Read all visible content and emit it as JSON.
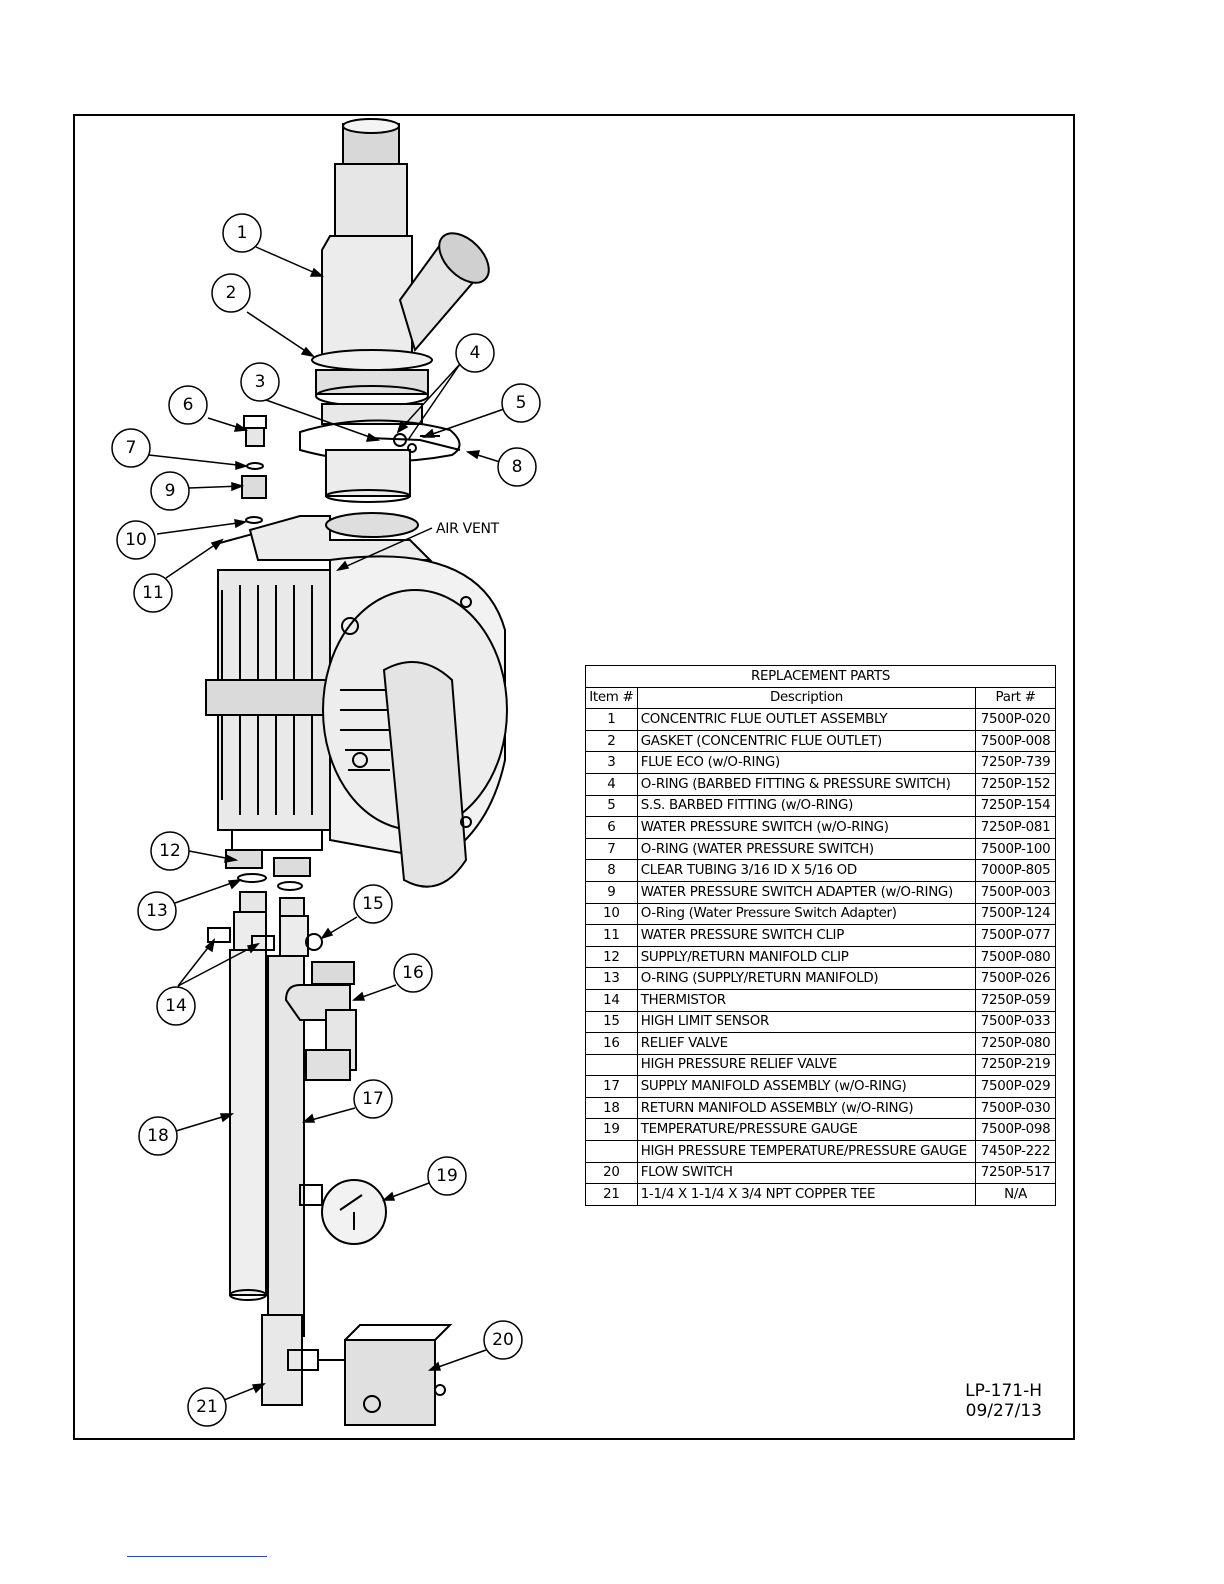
{
  "callouts": [
    {
      "n": "1"
    },
    {
      "n": "2"
    },
    {
      "n": "3"
    },
    {
      "n": "4"
    },
    {
      "n": "5"
    },
    {
      "n": "6"
    },
    {
      "n": "7"
    },
    {
      "n": "8"
    },
    {
      "n": "9"
    },
    {
      "n": "10"
    },
    {
      "n": "11"
    },
    {
      "n": "12"
    },
    {
      "n": "13"
    },
    {
      "n": "14"
    },
    {
      "n": "15"
    },
    {
      "n": "16"
    },
    {
      "n": "17"
    },
    {
      "n": "18"
    },
    {
      "n": "19"
    },
    {
      "n": "20"
    },
    {
      "n": "21"
    }
  ],
  "air_vent_label": "AIR VENT",
  "parts_table": {
    "title": "REPLACEMENT PARTS",
    "headers": {
      "item": "Item #",
      "description": "Description",
      "part": "Part #"
    },
    "rows": [
      {
        "item": "1",
        "description": "CONCENTRIC FLUE OUTLET ASSEMBLY",
        "part": "7500P-020"
      },
      {
        "item": "2",
        "description": "GASKET (CONCENTRIC FLUE OUTLET)",
        "part": "7500P-008"
      },
      {
        "item": "3",
        "description": "FLUE ECO (w/O-RING)",
        "part": "7250P-739"
      },
      {
        "item": "4",
        "description": "O-RING (BARBED FITTING & PRESSURE SWITCH)",
        "part": "7250P-152"
      },
      {
        "item": "5",
        "description": "S.S. BARBED FITTING (w/O-RING)",
        "part": "7250P-154"
      },
      {
        "item": "6",
        "description": "WATER PRESSURE SWITCH (w/O-RING)",
        "part": "7250P-081"
      },
      {
        "item": "7",
        "description": "O-RING (WATER PRESSURE SWITCH)",
        "part": "7500P-100"
      },
      {
        "item": "8",
        "description": "CLEAR TUBING 3/16 ID X 5/16 OD",
        "part": "7000P-805"
      },
      {
        "item": "9",
        "description": "WATER PRESSURE SWITCH ADAPTER (w/O-RING)",
        "part": "7500P-003"
      },
      {
        "item": "10",
        "description": "O-Ring (Water Pressure Switch Adapter)",
        "part": "7500P-124"
      },
      {
        "item": "11",
        "description": "WATER PRESSURE SWITCH CLIP",
        "part": "7500P-077"
      },
      {
        "item": "12",
        "description": "SUPPLY/RETURN MANIFOLD CLIP",
        "part": "7500P-080"
      },
      {
        "item": "13",
        "description": "O-RING (SUPPLY/RETURN MANIFOLD)",
        "part": "7500P-026"
      },
      {
        "item": "14",
        "description": "THERMISTOR",
        "part": "7250P-059"
      },
      {
        "item": "15",
        "description": "HIGH LIMIT SENSOR",
        "part": "7500P-033"
      },
      {
        "item": "16",
        "description": "RELIEF VALVE",
        "part": "7250P-080"
      },
      {
        "item": "",
        "description": "HIGH PRESSURE RELIEF VALVE",
        "part": "7250P-219"
      },
      {
        "item": "17",
        "description": "SUPPLY MANIFOLD ASSEMBLY (w/O-RING)",
        "part": "7500P-029"
      },
      {
        "item": "18",
        "description": "RETURN MANIFOLD ASSEMBLY (w/O-RING)",
        "part": "7500P-030"
      },
      {
        "item": "19",
        "description": "TEMPERATURE/PRESSURE GAUGE",
        "part": "7500P-098"
      },
      {
        "item": "",
        "description": "HIGH PRESSURE TEMPERATURE/PRESSURE GAUGE",
        "part": "7450P-222"
      },
      {
        "item": "20",
        "description": "FLOW SWITCH",
        "part": "7250P-517"
      },
      {
        "item": "21",
        "description": "1-1/4 X 1-1/4 X 3/4 NPT COPPER TEE",
        "part": "N/A"
      }
    ]
  },
  "drawing_number": "LP-171-H",
  "drawing_date": "09/27/13"
}
